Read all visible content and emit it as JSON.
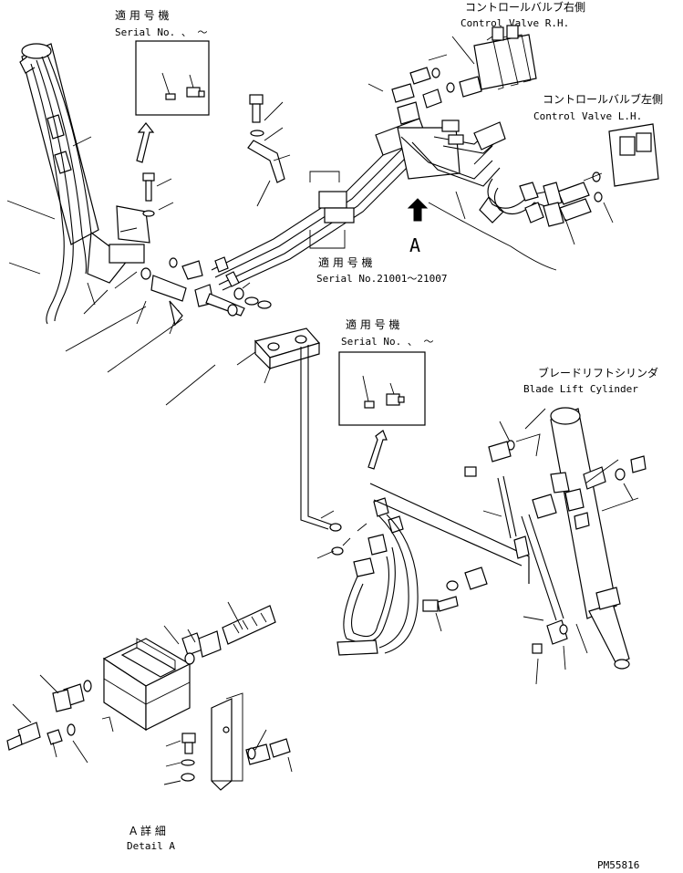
{
  "labels": {
    "serial_top_jp": "適 用 号 機",
    "serial_top_en": "Serial No.  、 〜",
    "cv_rh_jp": "コントロールバルブ右側",
    "cv_rh_en": "Control Valve R.H.",
    "cv_lh_jp": "コントロールバルブ左側",
    "cv_lh_en": "Control Valve L.H.",
    "arrow_a": "A",
    "serial_mid_jp": "適 用 号 機",
    "serial_mid_en": "Serial No.21001〜21007",
    "serial_right_jp": "適 用 号 機",
    "serial_right_en": "Serial No.  、 〜",
    "blade_jp": "ブレードリフトシリンダ",
    "blade_en": "Blade Lift Cylinder",
    "detail_jp": "A 詳 細",
    "detail_en": "Detail A",
    "drawing_no": "PM55816"
  }
}
